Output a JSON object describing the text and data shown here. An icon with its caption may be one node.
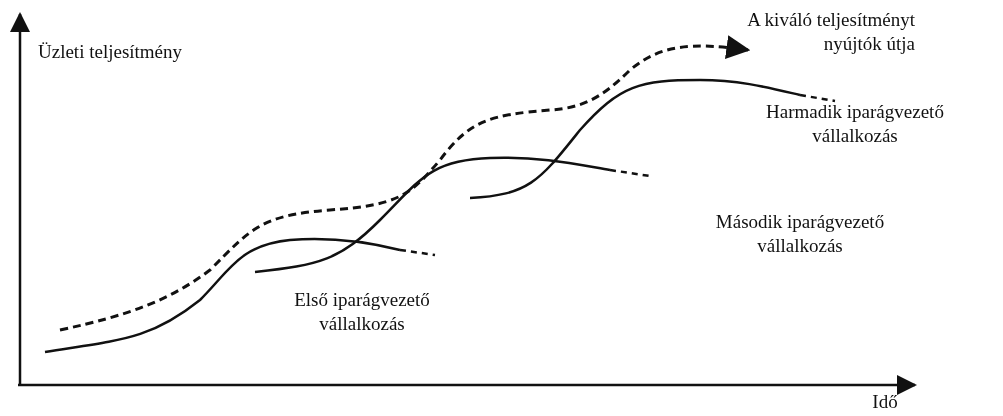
{
  "diagram": {
    "labels": [
      "Üzleti teljesítmény",
      "A kiváló teljesítményt nyújtók útja",
      "Harmadik iparágvezető vállalkozás",
      "Második iparágvezető vállalkozás",
      "Első iparágvezető vállalkozás",
      "Idő"
    ]
  }
}
